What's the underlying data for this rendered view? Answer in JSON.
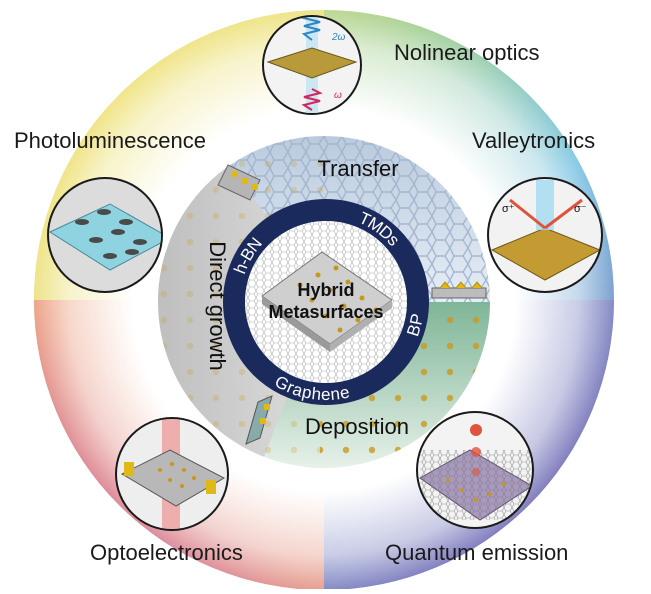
{
  "center": {
    "line1": "Hybrid",
    "line2": "Metasurfaces"
  },
  "materials": {
    "tmds": "TMDs",
    "bp": "BP",
    "graphene": "Graphene",
    "hbn": "h-BN"
  },
  "methods": {
    "transfer": "Transfer",
    "deposition": "Deposition",
    "direct_growth": "Direct growth"
  },
  "applications": {
    "nonlinear_optics": "Nolinear optics",
    "valleytronics": "Valleytronics",
    "photoluminescence": "Photoluminescence",
    "optoelectronics": "Optoelectronics",
    "quantum_emission": "Quantum emission"
  },
  "inset_labels": {
    "two_omega": "2ω",
    "omega": "ω",
    "sigma_plus": "σ⁺",
    "sigma_minus": "σ⁻"
  },
  "colors": {
    "ring_dark": "#1b2a5c",
    "transfer_bg": "#cfdbe9",
    "deposition_bg": "#8fc1a6",
    "growth_bg": "#c9c9c9",
    "gold": "#d6a21f"
  }
}
